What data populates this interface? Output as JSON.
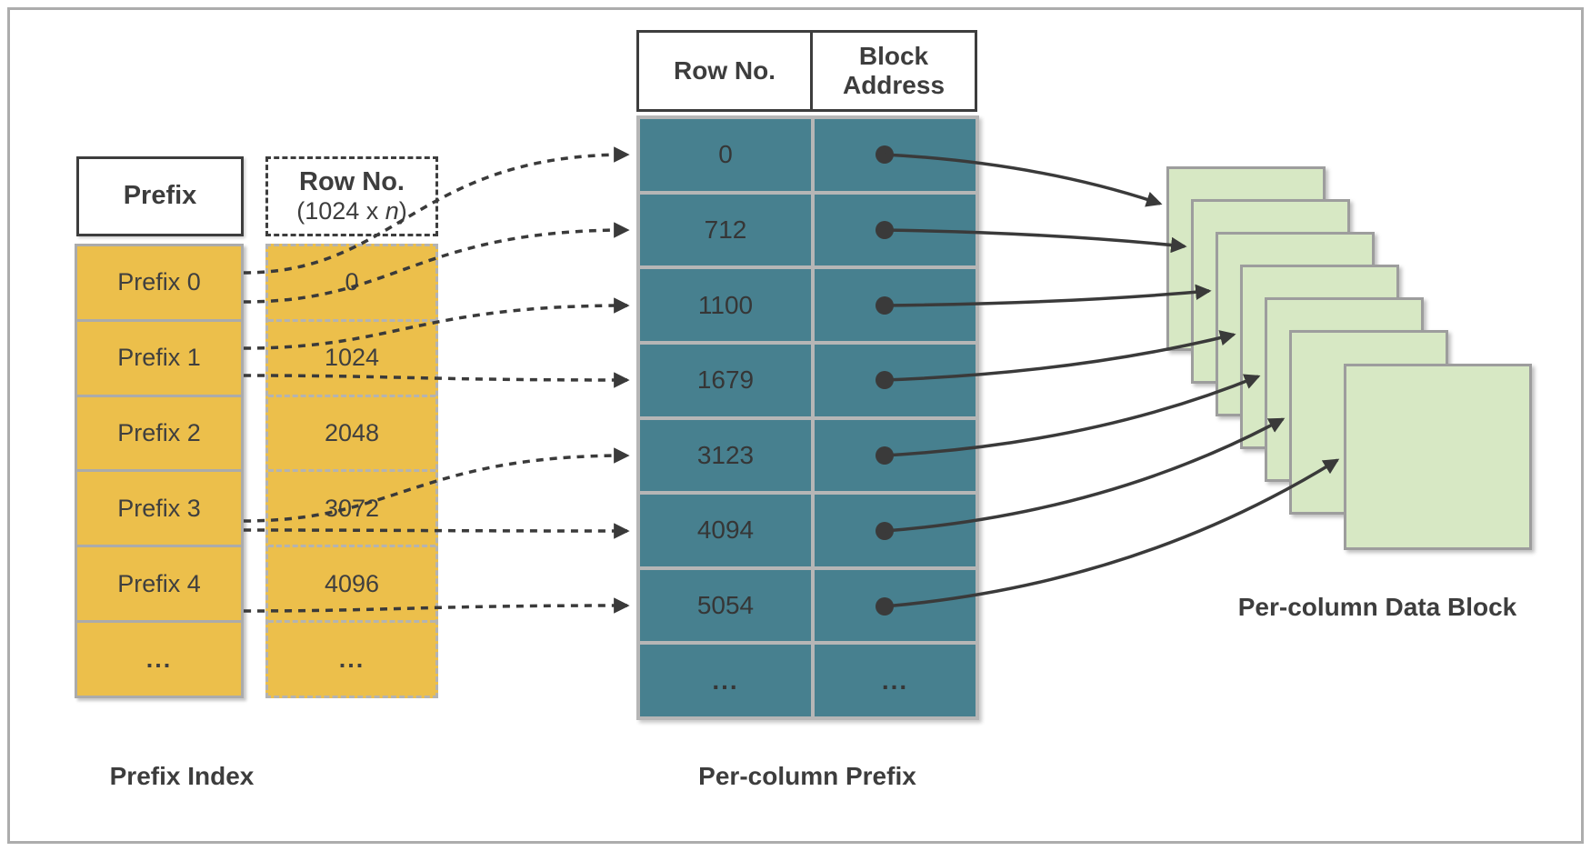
{
  "prefix_index": {
    "caption": "Prefix Index",
    "prefix_header": "Prefix",
    "rowno_header": {
      "title": "Row No.",
      "sub_pre": "(1024 x ",
      "sub_var": "n",
      "sub_post": ")"
    },
    "rows": [
      {
        "prefix": "Prefix 0",
        "row_no": "0"
      },
      {
        "prefix": "Prefix 1",
        "row_no": "1024"
      },
      {
        "prefix": "Prefix 2",
        "row_no": "2048"
      },
      {
        "prefix": "Prefix 3",
        "row_no": "3072"
      },
      {
        "prefix": "Prefix 4",
        "row_no": "4096"
      },
      {
        "prefix": "...",
        "row_no": "..."
      }
    ]
  },
  "per_column_prefix": {
    "caption": "Per-column Prefix",
    "headers": {
      "row_no": "Row No.",
      "block_address": "Block Address"
    },
    "rows": [
      {
        "row_no": "0",
        "block_address": ""
      },
      {
        "row_no": "712",
        "block_address": ""
      },
      {
        "row_no": "1100",
        "block_address": ""
      },
      {
        "row_no": "1679",
        "block_address": ""
      },
      {
        "row_no": "3123",
        "block_address": ""
      },
      {
        "row_no": "4094",
        "block_address": ""
      },
      {
        "row_no": "5054",
        "block_address": ""
      },
      {
        "row_no": "...",
        "block_address": "..."
      }
    ]
  },
  "data_blocks": {
    "caption": "Per-column Data Block",
    "count": 7
  },
  "colors": {
    "yellow": "#ecbf4b",
    "teal": "#47808f",
    "green": "#d7e8c4",
    "arrow": "#3a3a3a",
    "border_gray": "#ababab",
    "header_border": "#3d3d3d"
  }
}
